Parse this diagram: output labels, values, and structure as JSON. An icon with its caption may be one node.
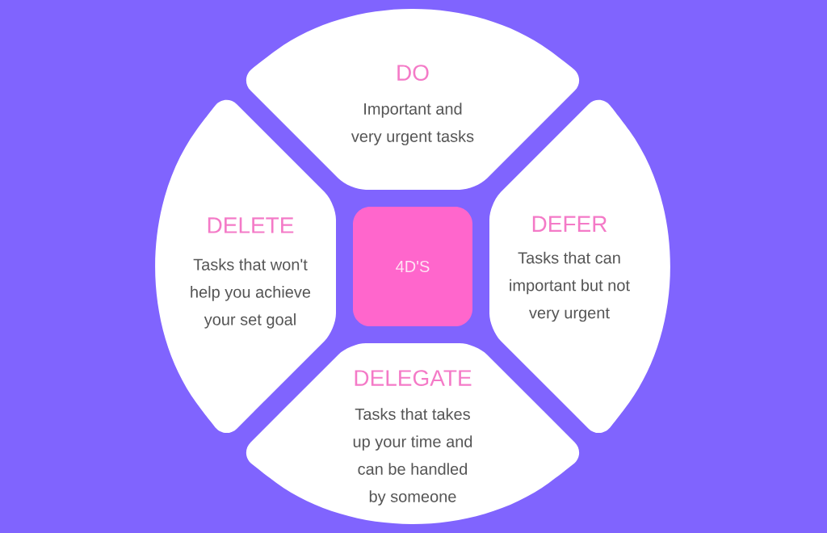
{
  "diagram": {
    "nodes": [
      {
        "text": [
          "DO",
          "Important and very urgent tasks"
        ]
      },
      {
        "text": [
          "DELETE",
          "Tasks that won't help you achieve your set goal"
        ]
      },
      {
        "text": [
          "4D'S"
        ]
      },
      {
        "text": [
          "DEFER",
          "Tasks that can important but not very urgent"
        ]
      },
      {
        "text": [
          "DELEGATE",
          "Tasks that takes up your time and can be handled by someone"
        ]
      }
    ]
  }
}
